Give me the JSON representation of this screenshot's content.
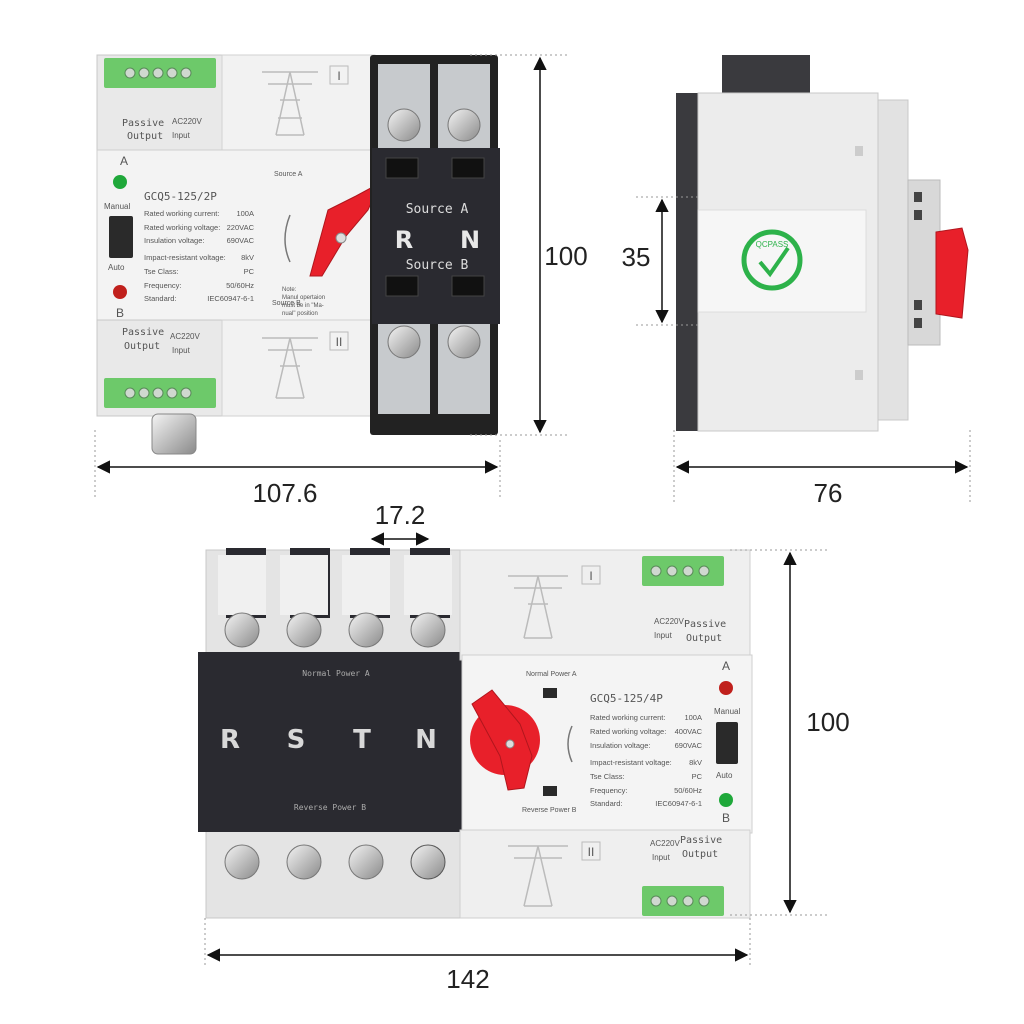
{
  "dimensions": {
    "top_width": "107.6",
    "top_height": "100",
    "side_depth": "76",
    "side_height": "35",
    "pole_pitch": "17.2",
    "bottom_width": "142",
    "bottom_height": "100"
  },
  "unit_2p": {
    "model": "GCQ5-125/2P",
    "specs": [
      {
        "label": "Rated working current:",
        "value": "100A"
      },
      {
        "label": "Rated working voltage:",
        "value": "220VAC"
      },
      {
        "label": "Insulation voltage:",
        "value": "690VAC"
      },
      {
        "label": "Impact-resistant voltage:",
        "value": "8kV"
      },
      {
        "label": "Tse Class:",
        "value": "PC"
      },
      {
        "label": "Frequency:",
        "value": "50/60Hz"
      },
      {
        "label": "Standard:",
        "value": "IEC60947-6-1"
      }
    ],
    "indicator_a": "A",
    "indicator_b": "B",
    "manual": "Manual",
    "auto": "Auto",
    "source_a": "Source A",
    "source_b": "Source B",
    "cover_source_a": "Source A",
    "cover_source_b": "Source B",
    "poles": [
      "R",
      "N"
    ],
    "note": [
      "Note:",
      "Manul opertaion",
      "must be in \"Ma-",
      "nual\" position"
    ],
    "terminal_top": {
      "passive": "Passive",
      "output": "Output",
      "ac": "AC220V",
      "input": "Input",
      "section": "I"
    },
    "terminal_bottom": {
      "passive": "Passive",
      "output": "Output",
      "ac": "AC220V",
      "input": "Input",
      "section": "II"
    }
  },
  "side_unit": {
    "badge": "QCPASS"
  },
  "unit_4p": {
    "model": "GCQ5-125/4P",
    "specs": [
      {
        "label": "Rated working current:",
        "value": "100A"
      },
      {
        "label": "Rated working voltage:",
        "value": "400VAC"
      },
      {
        "label": "Insulation voltage:",
        "value": "690VAC"
      },
      {
        "label": "Impact-resistant voltage:",
        "value": "8kV"
      },
      {
        "label": "Tse Class:",
        "value": "PC"
      },
      {
        "label": "Frequency:",
        "value": "50/60Hz"
      },
      {
        "label": "Standard:",
        "value": "IEC60947-6-1"
      }
    ],
    "indicator_a": "A",
    "indicator_b": "B",
    "manual": "Manual",
    "auto": "Auto",
    "normal_power": "Normal Power A",
    "reverse_power": "Reverse Power B",
    "cover_normal": "Normal Power A",
    "cover_reverse": "Reverse Power B",
    "poles": [
      "R",
      "S",
      "T",
      "N"
    ],
    "terminal_top": {
      "passive": "Passive",
      "output": "Output",
      "ac": "AC220V",
      "input": "Input",
      "section": "I"
    },
    "terminal_bottom": {
      "passive": "Passive",
      "output": "Output",
      "ac": "AC220V",
      "input": "Input",
      "section": "II"
    }
  },
  "colors": {
    "body": "#ececec",
    "cover": "#2a2a30",
    "handle": "#e8202a",
    "terminal": "#6dc96a",
    "led_green": "#1fa83a",
    "led_red": "#c0201c"
  }
}
